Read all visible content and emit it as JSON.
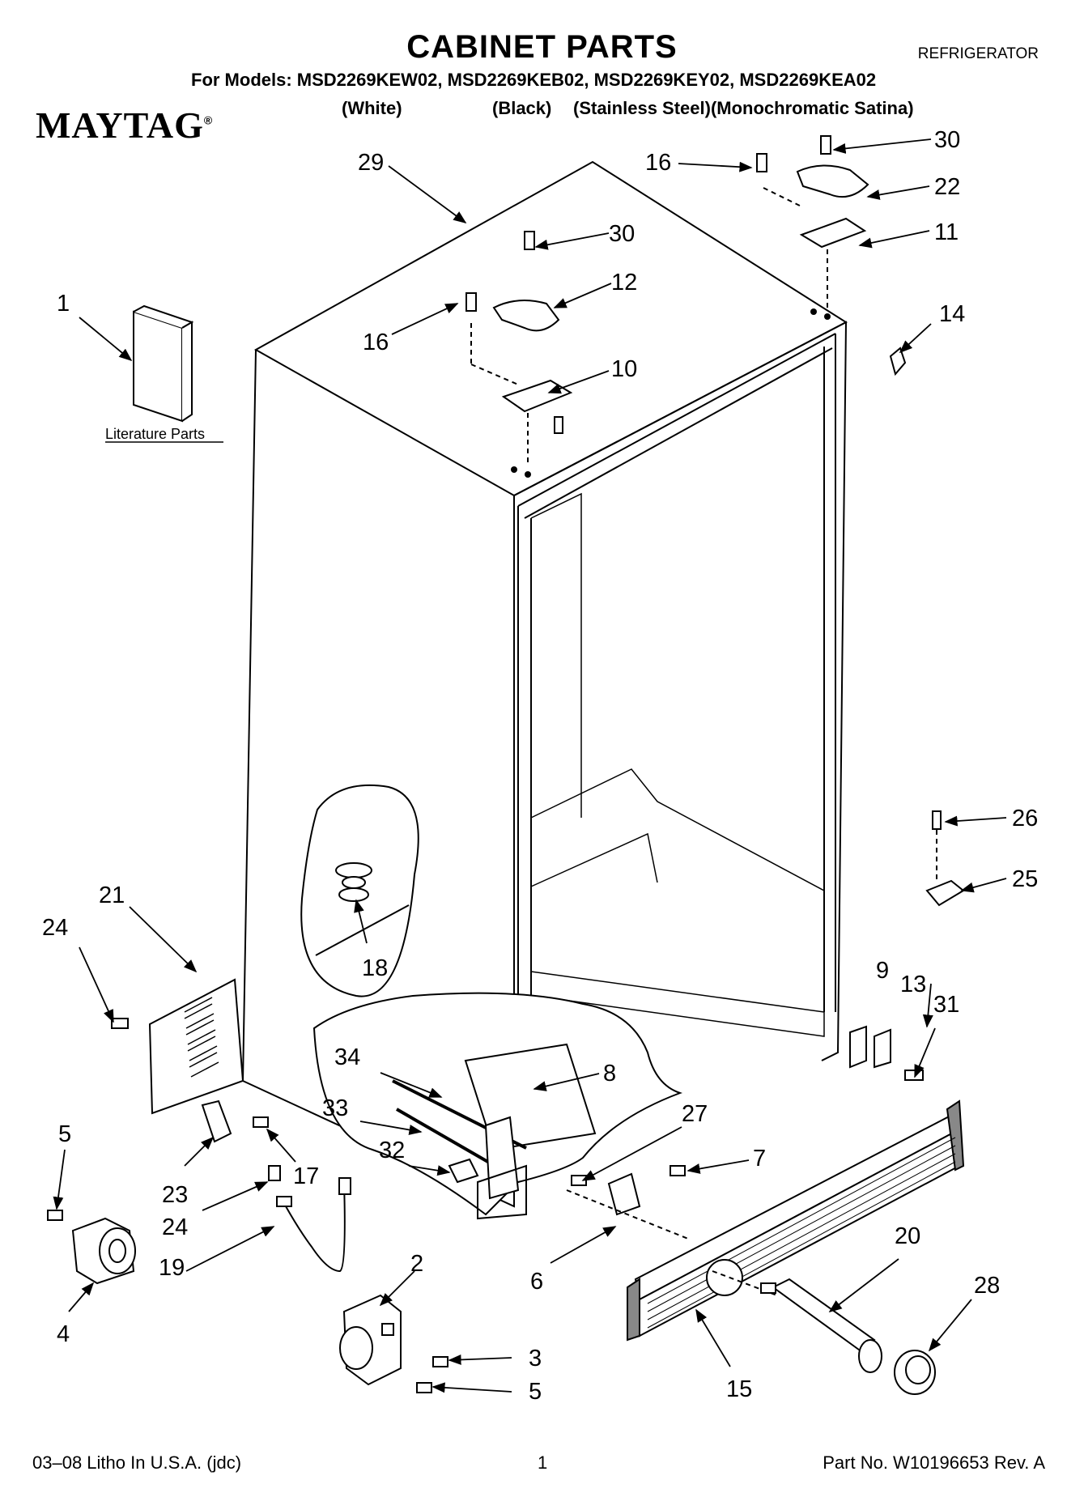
{
  "header": {
    "title": "CABINET PARTS",
    "appliance": "REFRIGERATOR",
    "models": "For Models: MSD2269KEW02, MSD2269KEB02, MSD2269KEY02, MSD2269KEA02",
    "variants": [
      "(White)",
      "(Black)",
      "(Stainless Steel)(Monochromatic Satina)"
    ],
    "brand": "MAYTAG",
    "brand_mark": "®"
  },
  "diagram": {
    "literature_label": "Literature Parts",
    "callouts": [
      "29",
      "16",
      "30",
      "22",
      "11",
      "30",
      "12",
      "16",
      "1",
      "10",
      "14",
      "26",
      "25",
      "18",
      "21",
      "24",
      "9",
      "13",
      "31",
      "34",
      "8",
      "33",
      "27",
      "7",
      "32",
      "5",
      "23",
      "17",
      "24",
      "19",
      "2",
      "6",
      "20",
      "28",
      "3",
      "5",
      "15",
      "4"
    ]
  },
  "footer": {
    "left": "03–08 Litho In U.S.A. (jdc)",
    "center": "1",
    "right": "Part No. W10196653 Rev. A"
  },
  "colors": {
    "ink": "#000000",
    "paper": "#ffffff",
    "shade": "#888888"
  }
}
